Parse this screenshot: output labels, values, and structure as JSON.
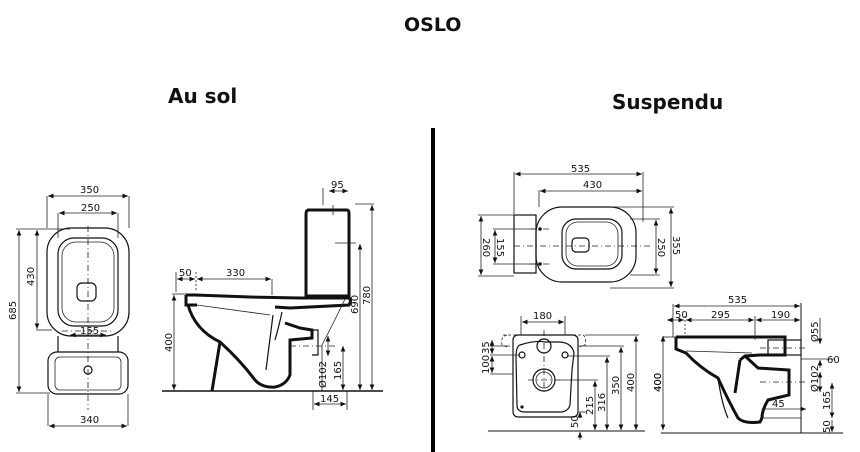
{
  "titles": {
    "main": "OSLO",
    "left": "Au sol",
    "right": "Suspendu"
  },
  "floor_model": {
    "name": "Au sol",
    "front_view": {
      "dims": {
        "overall_width": "350",
        "seat_width": "250",
        "seat_depth": "430",
        "overall_depth": "685",
        "fixing_spacing": "155",
        "base_width": "340"
      }
    },
    "side_view": {
      "dims": {
        "tank_offset": "95",
        "rim_offset": "50",
        "bowl_length": "330",
        "seat_height": "400",
        "tank_top_height": "690",
        "overall_height": "780",
        "outlet_height": "165",
        "outlet_diameter": "Ø102",
        "outlet_depth": "145"
      }
    }
  },
  "wall_model": {
    "name": "Suspendu",
    "top_view": {
      "dims": {
        "overall_length": "535",
        "bowl_length": "430",
        "back_width": "260",
        "fixing_spacing": "155",
        "seat_width": "250",
        "overall_width": "355"
      }
    },
    "rear_view": {
      "dims": {
        "inlet_spacing": "180",
        "offset_35": "35",
        "offset_100": "100",
        "outlet_height": "215",
        "fixing_height": "316",
        "inlet_height": "350",
        "top_height": "400",
        "floor_gap": "50",
        "total_height": "400"
      }
    },
    "side_view": {
      "dims": {
        "overall_length": "535",
        "rim_offset": "50",
        "bowl_length": "295",
        "back_length": "190",
        "inlet_diameter": "Ø55",
        "inlet_offset": "60",
        "outlet_diameter": "Ø102",
        "outlet_height": "165",
        "outlet_depth": "45",
        "floor_gap": "50",
        "seat_height": "400"
      }
    }
  }
}
